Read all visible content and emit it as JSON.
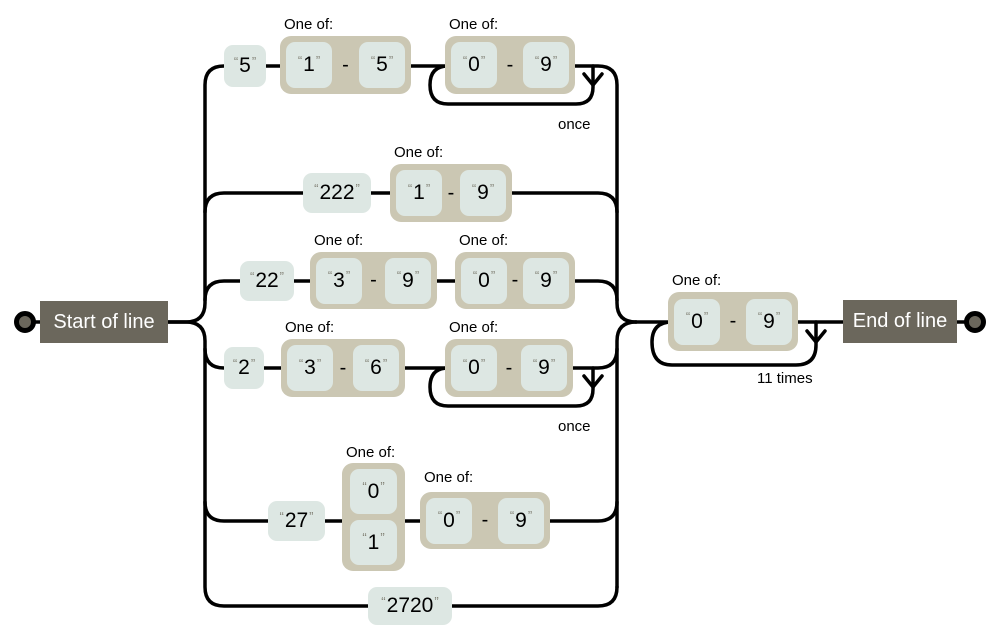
{
  "diagram": {
    "kind": "regex-railroad-diagram",
    "start_label": "Start of line",
    "end_label": "End of line",
    "one_of_label": "One of:",
    "range_separator": "-",
    "quote_open": "“",
    "quote_close": "”",
    "literals": {
      "branch1": "5",
      "branch2": "222",
      "branch3": "22",
      "branch4": "2",
      "branch5": "27",
      "branch6": "2720"
    },
    "groups": {
      "g1a": {
        "from": "1",
        "to": "5"
      },
      "g1b": {
        "from": "0",
        "to": "9"
      },
      "g2a": {
        "from": "1",
        "to": "9"
      },
      "g3a": {
        "from": "3",
        "to": "9"
      },
      "g3b": {
        "from": "0",
        "to": "9"
      },
      "g4a": {
        "from": "3",
        "to": "6"
      },
      "g4b": {
        "from": "0",
        "to": "9"
      },
      "g5a": {
        "options": [
          "0",
          "1"
        ]
      },
      "g5b": {
        "from": "0",
        "to": "9"
      },
      "gf": {
        "from": "0",
        "to": "9"
      }
    },
    "loop_labels": {
      "branch1": "once",
      "branch4": "once",
      "final": "11 times"
    },
    "colors": {
      "wire": "#000000",
      "literal-bg": "#dde7e3",
      "group-bg": "#cbc7b3",
      "terminal-bg": "#6b675c",
      "terminal-text": "#ffffff",
      "quote": "#87877c",
      "label": "#000000"
    }
  }
}
